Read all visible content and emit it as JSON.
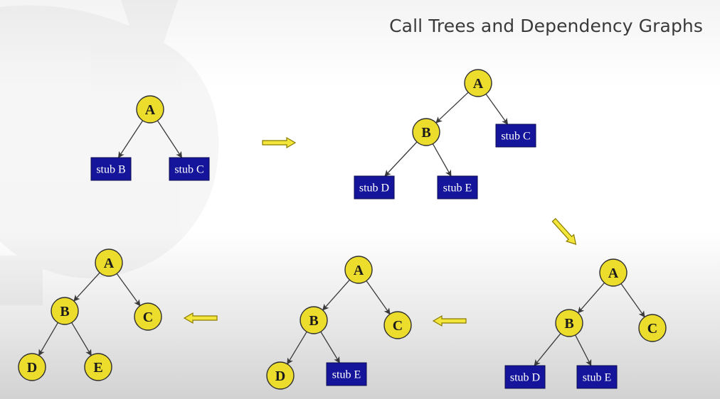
{
  "title": "Call Trees and Dependency Graphs",
  "colors": {
    "node_fill": "#ecdc2c",
    "stub_fill": "#15159c",
    "arrow_fill": "#f2e63a"
  },
  "trees": [
    {
      "nodes": [
        {
          "id": "A",
          "kind": "module",
          "label": "A"
        },
        {
          "id": "sB",
          "kind": "stub",
          "label": "stub B"
        },
        {
          "id": "sC",
          "kind": "stub",
          "label": "stub C"
        }
      ],
      "edges": [
        [
          "A",
          "sB"
        ],
        [
          "A",
          "sC"
        ]
      ]
    },
    {
      "nodes": [
        {
          "id": "A",
          "kind": "module",
          "label": "A"
        },
        {
          "id": "B",
          "kind": "module",
          "label": "B"
        },
        {
          "id": "sC",
          "kind": "stub",
          "label": "stub C"
        },
        {
          "id": "sD",
          "kind": "stub",
          "label": "stub D"
        },
        {
          "id": "sE",
          "kind": "stub",
          "label": "stub E"
        }
      ],
      "edges": [
        [
          "A",
          "B"
        ],
        [
          "A",
          "sC"
        ],
        [
          "B",
          "sD"
        ],
        [
          "B",
          "sE"
        ]
      ]
    },
    {
      "nodes": [
        {
          "id": "A",
          "kind": "module",
          "label": "A"
        },
        {
          "id": "B",
          "kind": "module",
          "label": "B"
        },
        {
          "id": "C",
          "kind": "module",
          "label": "C"
        },
        {
          "id": "sD",
          "kind": "stub",
          "label": "stub D"
        },
        {
          "id": "sE",
          "kind": "stub",
          "label": "stub E"
        }
      ],
      "edges": [
        [
          "A",
          "B"
        ],
        [
          "A",
          "C"
        ],
        [
          "B",
          "sD"
        ],
        [
          "B",
          "sE"
        ]
      ]
    },
    {
      "nodes": [
        {
          "id": "A",
          "kind": "module",
          "label": "A"
        },
        {
          "id": "B",
          "kind": "module",
          "label": "B"
        },
        {
          "id": "C",
          "kind": "module",
          "label": "C"
        },
        {
          "id": "D",
          "kind": "module",
          "label": "D"
        },
        {
          "id": "sE",
          "kind": "stub",
          "label": "stub E"
        }
      ],
      "edges": [
        [
          "A",
          "B"
        ],
        [
          "A",
          "C"
        ],
        [
          "B",
          "D"
        ],
        [
          "B",
          "sE"
        ]
      ]
    },
    {
      "nodes": [
        {
          "id": "A",
          "kind": "module",
          "label": "A"
        },
        {
          "id": "B",
          "kind": "module",
          "label": "B"
        },
        {
          "id": "C",
          "kind": "module",
          "label": "C"
        },
        {
          "id": "D",
          "kind": "module",
          "label": "D"
        },
        {
          "id": "E",
          "kind": "module",
          "label": "E"
        }
      ],
      "edges": [
        [
          "A",
          "B"
        ],
        [
          "A",
          "C"
        ],
        [
          "B",
          "D"
        ],
        [
          "B",
          "E"
        ]
      ]
    }
  ],
  "transitions": [
    {
      "from": 0,
      "to": 1,
      "direction": "right"
    },
    {
      "from": 1,
      "to": 2,
      "direction": "down-right"
    },
    {
      "from": 2,
      "to": 3,
      "direction": "left"
    },
    {
      "from": 3,
      "to": 4,
      "direction": "left"
    }
  ]
}
